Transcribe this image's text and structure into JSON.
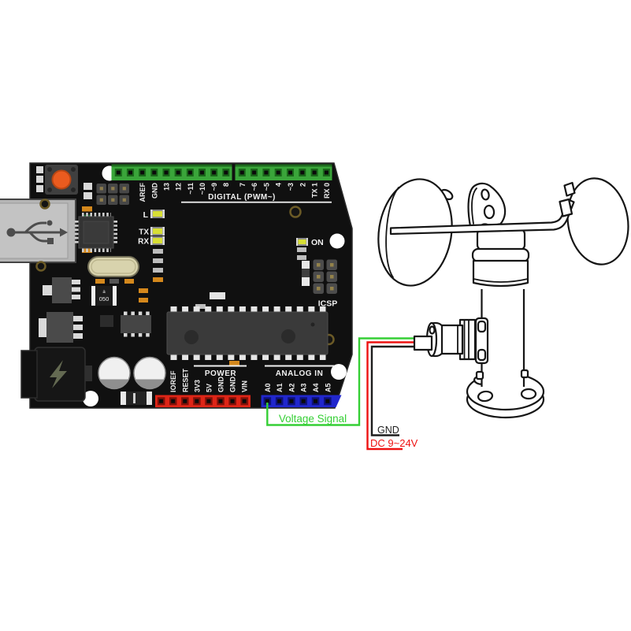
{
  "board": {
    "name": "Arduino UNO microcontroller board",
    "pcb_color": "#101010",
    "silkscreen_color": "#f0f0f0",
    "digital_label": "DIGITAL (PWM~)",
    "digital_pins_left": [
      "AREF",
      "GND",
      "13",
      "12",
      "~11",
      "~10",
      "~9",
      "8"
    ],
    "digital_pins_right": [
      "7",
      "~6",
      "~5",
      "4",
      "~3",
      "2",
      "TX 1",
      "RX 0"
    ],
    "led_labels": {
      "l": "L",
      "tx": "TX",
      "rx": "RX",
      "on": "ON"
    },
    "icsp_label": "ICSP",
    "power_label": "POWER",
    "power_pins": [
      "IOREF",
      "RESET",
      "3V3",
      "5V",
      "GND",
      "GND",
      "VIN"
    ],
    "analog_label": "ANALOG IN",
    "analog_pins": [
      "A0",
      "A1",
      "A2",
      "A3",
      "A4",
      "A5"
    ],
    "chip_marking": [
      "a",
      "050"
    ],
    "header_colors": {
      "digital": "#3aa53a",
      "power": "#de2517",
      "analog": "#2127cd"
    }
  },
  "sensor": {
    "name": "anemometer wind speed sensor",
    "line_color": "#151515"
  },
  "wiring": {
    "signal": {
      "label": "Voltage Signal",
      "color": "#35cf35"
    },
    "ground": {
      "label": "GND",
      "color": "#1d1d1d"
    },
    "power": {
      "label": "DC 9~24V",
      "color": "#ee1111"
    }
  }
}
